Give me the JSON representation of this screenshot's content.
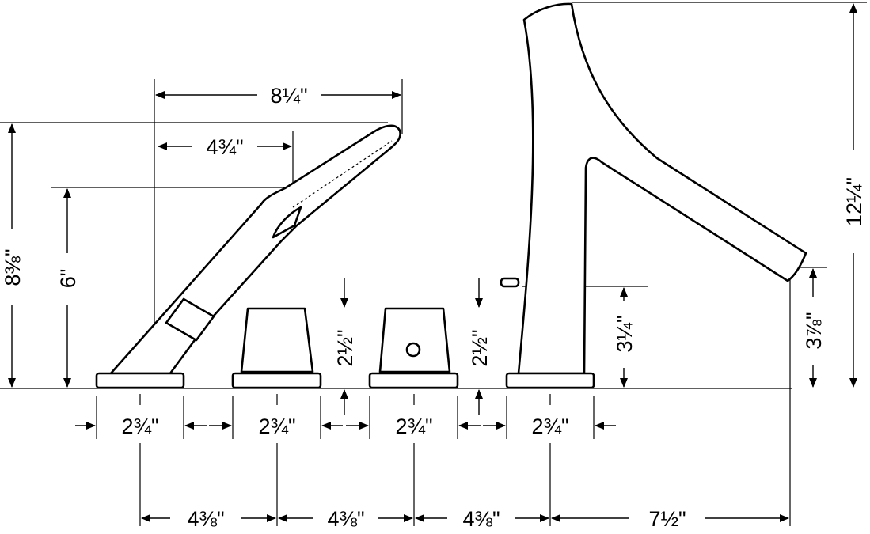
{
  "drawing": {
    "title": "Deck-mounted tub filler with hand shower - dimensions",
    "colors": {
      "line": "#000000",
      "background": "#ffffff"
    },
    "dimensions": {
      "handshower_reach": "8¼\"",
      "handshower_offset": "4¾\"",
      "handshower_height": "8⅜\"",
      "handshower_holder_height": "6\"",
      "spout_height": "12¼\"",
      "spout_outlet_height": "3⅞\"",
      "spout_lever_height": "3¼\"",
      "valve1_height": "2½\"",
      "valve2_height": "2½\"",
      "base_widths": [
        "2¾\"",
        "2¾\"",
        "2¾\"",
        "2¾\""
      ],
      "centers": [
        "4⅜\"",
        "4⅜\"",
        "4⅜\"",
        "7½\""
      ]
    }
  }
}
